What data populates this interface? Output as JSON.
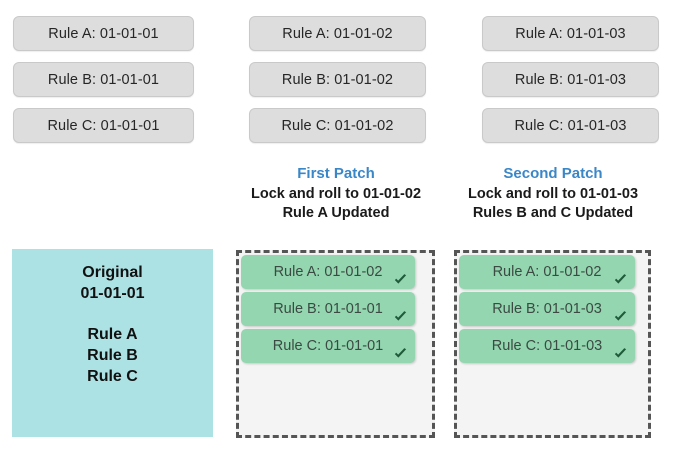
{
  "top_rows": {
    "columns": [
      {
        "name": "baseline",
        "chips": [
          "Rule A: 01-01-01",
          "Rule B: 01-01-01",
          "Rule C: 01-01-01"
        ]
      },
      {
        "name": "first-patch-available",
        "chips": [
          "Rule A: 01-01-02",
          "Rule B: 01-01-02",
          "Rule C: 01-01-02"
        ]
      },
      {
        "name": "second-patch-available",
        "chips": [
          "Rule A: 01-01-03",
          "Rule B: 01-01-03",
          "Rule C: 01-01-03"
        ]
      }
    ]
  },
  "captions": [
    {
      "title": "First Patch",
      "line1": "Lock and roll to 01-01-02",
      "line2": "Rule A Updated"
    },
    {
      "title": "Second Patch",
      "line1": "Lock and roll to 01-01-03",
      "line2": "Rules B and C Updated"
    }
  ],
  "original_panel": {
    "heading": "Original",
    "version": "01-01-01",
    "rules": [
      "Rule A",
      "Rule B",
      "Rule C"
    ]
  },
  "patch_panels": [
    {
      "name": "first-patch-result",
      "chips": [
        {
          "label": "Rule A: 01-01-02",
          "checked": true
        },
        {
          "label": "Rule B: 01-01-01",
          "checked": true
        },
        {
          "label": "Rule C: 01-01-01",
          "checked": true
        }
      ]
    },
    {
      "name": "second-patch-result",
      "chips": [
        {
          "label": "Rule A: 01-01-02",
          "checked": true
        },
        {
          "label": "Rule B: 01-01-03",
          "checked": true
        },
        {
          "label": "Rule C: 01-01-03",
          "checked": true
        }
      ]
    }
  ],
  "icons": {
    "check": "check-icon"
  },
  "colors": {
    "chip_gray": "#dddddd",
    "chip_green": "#93d6b0",
    "panel_teal": "#ade2e4",
    "caption_accent": "#3a87c8",
    "dashed_border": "#555555",
    "patch_background": "#f4f4f4",
    "check_mark": "#1f5b3a"
  }
}
